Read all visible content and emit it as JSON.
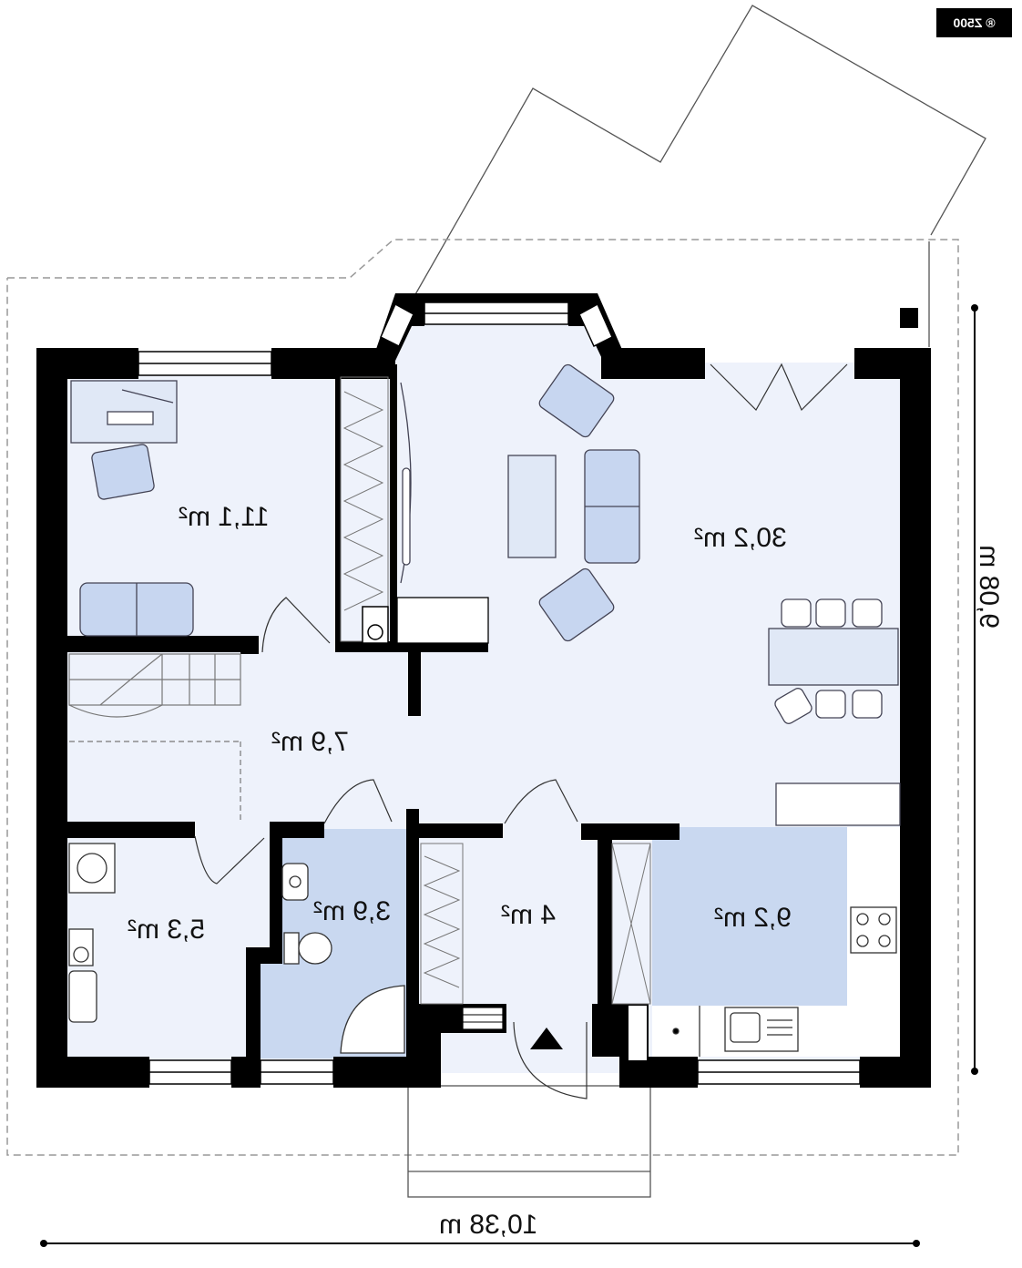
{
  "badge": {
    "text": "® Z500"
  },
  "rooms": [
    {
      "id": "study",
      "area": "11,1",
      "unit": "m²"
    },
    {
      "id": "living",
      "area": "30,2",
      "unit": "m²"
    },
    {
      "id": "hall",
      "area": "7,9",
      "unit": "m²"
    },
    {
      "id": "utility",
      "area": "5,3",
      "unit": "m²"
    },
    {
      "id": "bathroom",
      "area": "3,9",
      "unit": "m²"
    },
    {
      "id": "vestibule",
      "area": "4",
      "unit": "m²"
    },
    {
      "id": "kitchen",
      "area": "9,2",
      "unit": "m²"
    }
  ],
  "dimensions": {
    "width": "10,38 m",
    "depth": "9,08 m"
  },
  "colors": {
    "wall": "#000000",
    "floor": "#eef2fb",
    "wet_floor": "#c9d8f0",
    "furniture": "#c7d6f0",
    "outline": "#333333"
  }
}
